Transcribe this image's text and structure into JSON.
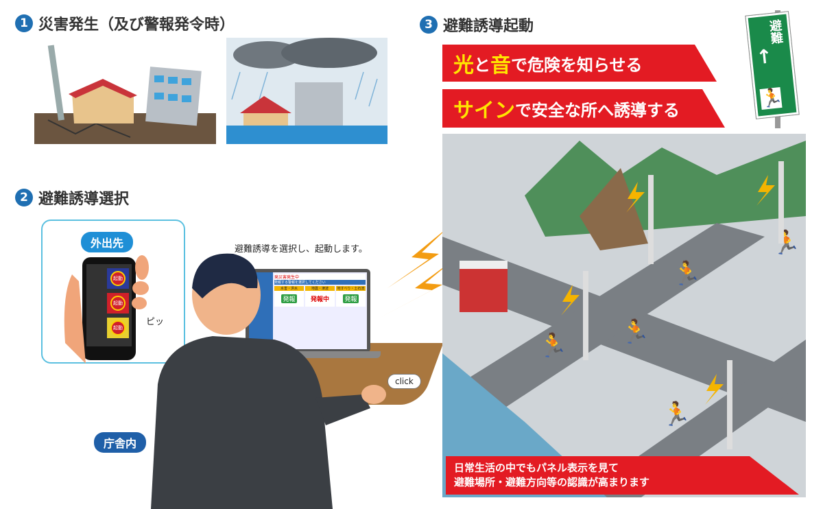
{
  "step1": {
    "number": "1",
    "title": "災害発生（及び警報発令時）"
  },
  "step2": {
    "number": "2",
    "title": "避難誘導選択",
    "caption": "避難誘導を選択し、起動します。",
    "outing_label": "外出先",
    "office_label": "庁舎内",
    "beep": "ピッ",
    "click": "click",
    "phone": {
      "buttons": [
        "起動",
        "起動",
        "起動"
      ],
      "button_colors": [
        "#2a3a9a",
        "#d0202a",
        "#e8d030"
      ]
    },
    "laptop": {
      "header": "発災害発生中",
      "instruction": "発報する警報を選択してください",
      "panels": [
        "水害・洪水",
        "地震・津波",
        "地すべり・土石流"
      ],
      "panel_states": [
        "発報",
        "発報中",
        "発報"
      ]
    }
  },
  "step3": {
    "number": "3",
    "title": "避難誘導起動",
    "banner1": {
      "hl1": "光",
      "mid": "と",
      "hl2": "音",
      "rest": "で危険を知らせる"
    },
    "banner2": {
      "hl": "サイン",
      "rest": "で安全な所へ誘導する"
    },
    "sign_text": "避難",
    "caption_line1": "日常生活の中でもパネル表示を見て",
    "caption_line2": "避難場所・避難方向等の認識が高まります"
  },
  "colors": {
    "accent_red": "#e31b23",
    "step_blue": "#1f6fb2",
    "highlight_yellow": "#ffe600"
  }
}
